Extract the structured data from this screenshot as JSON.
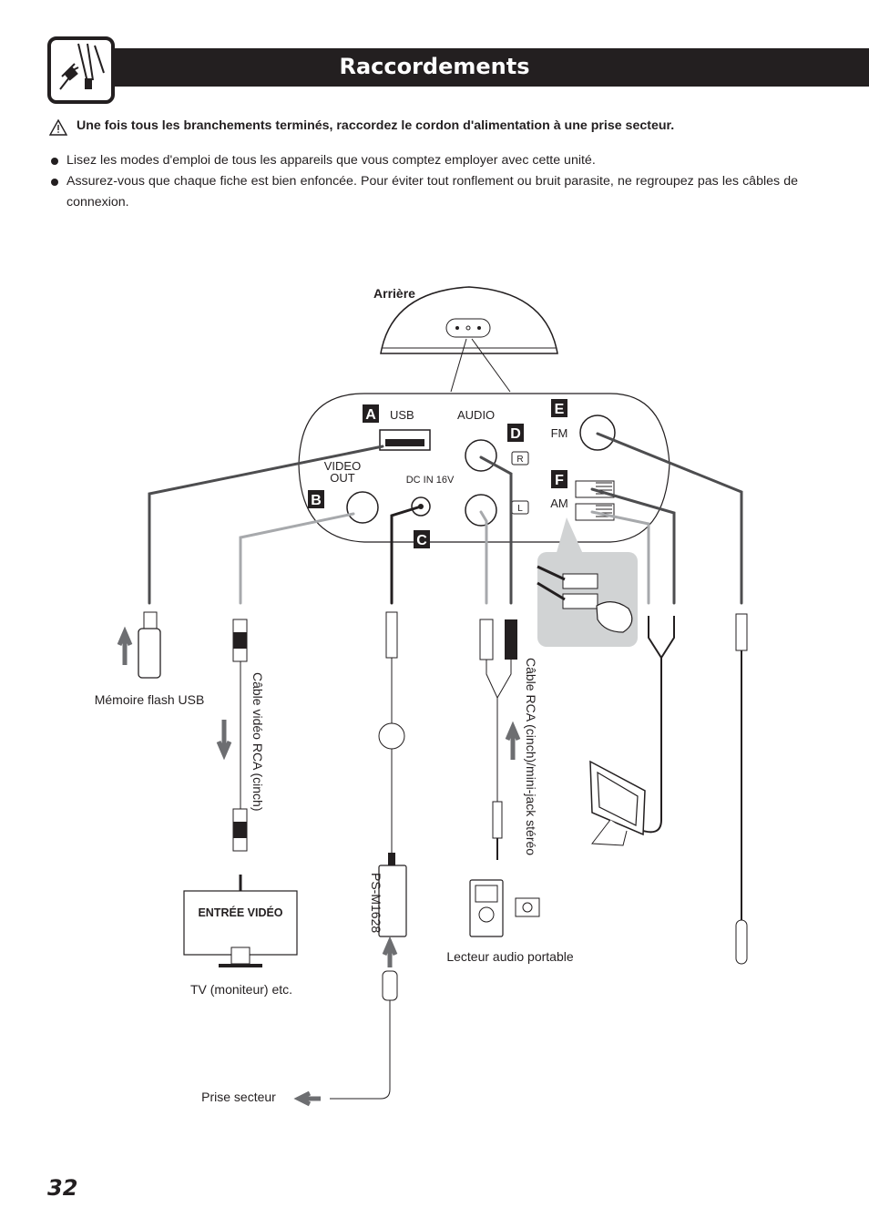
{
  "header": {
    "title": "Raccordements",
    "icon": "plug-cable-icon"
  },
  "warning": {
    "icon": "warning-triangle-icon",
    "text": "Une fois tous les branchements terminés, raccordez le cordon d'alimentation à une prise secteur."
  },
  "bullets": [
    "Lisez les modes d'emploi de tous les appareils que vous comptez employer avec cette unité.",
    "Assurez-vous que chaque fiche est bien enfoncée. Pour éviter tout ronflement ou bruit parasite, ne regroupez pas les câbles de connexion."
  ],
  "diagram": {
    "rear_label": "Arrière",
    "letters": {
      "a": "A",
      "b": "B",
      "c": "C",
      "d": "D",
      "e": "E",
      "f": "F"
    },
    "panel": {
      "usb": "USB",
      "audio": "AUDIO",
      "video_out_line1": "VIDEO",
      "video_out_line2": "OUT",
      "dc_in": "DC IN 16V",
      "fm": "FM",
      "am": "AM",
      "r": "R",
      "l": "L"
    },
    "labels": {
      "usb_memory": "Mémoire flash USB",
      "video_cable": "Câble vidéo RCA (cinch)",
      "video_input": "ENTRÉE VIDÉO",
      "tv": "TV (moniteur) etc.",
      "adapter": "PS-M1628",
      "outlet": "Prise secteur",
      "rca_cable": "Câble RCA (cinch)/mini-jack stéréo",
      "portable_player": "Lecteur audio portable"
    }
  },
  "page_number": "32"
}
